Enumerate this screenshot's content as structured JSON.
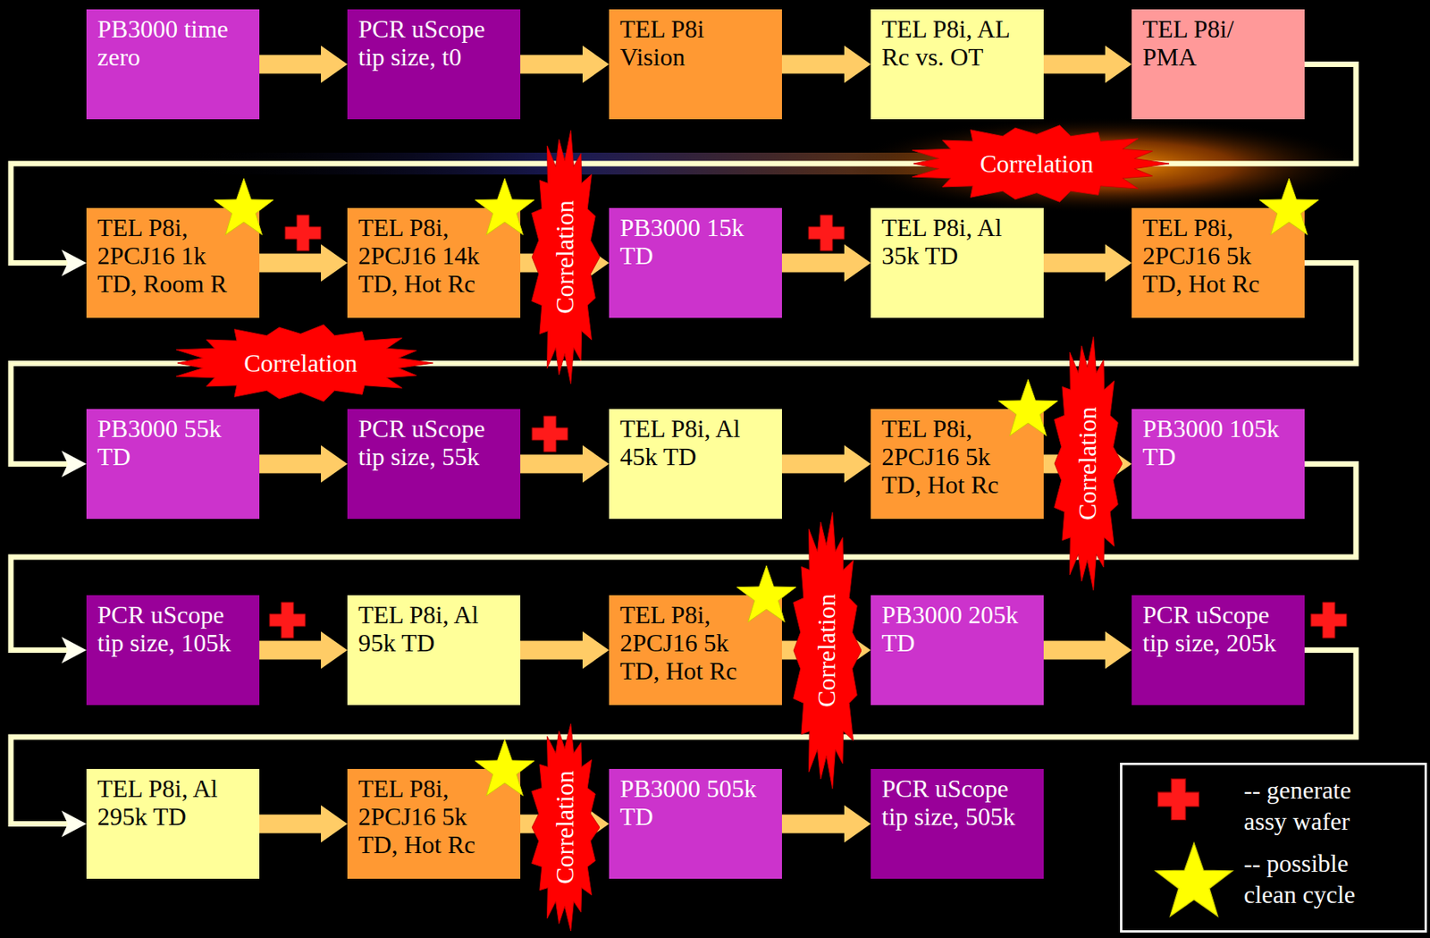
{
  "diagram": {
    "nodes": [
      {
        "text": [
          "PB3000 time zero"
        ]
      },
      {
        "text": [
          "PCR uScope tip size, t0"
        ]
      },
      {
        "text": [
          "TEL P8i Vision"
        ]
      },
      {
        "text": [
          "TEL P8i, AL Rc vs. OT"
        ]
      },
      {
        "text": [
          "TEL P8i/ PMA"
        ]
      },
      {
        "text": [
          "TEL P8i, 2PCJ16 1k TD, Room R"
        ]
      },
      {
        "text": [
          "TEL P8i, 2PCJ16 14k TD, Hot Rc"
        ]
      },
      {
        "text": [
          "PB3000 15k TD"
        ]
      },
      {
        "text": [
          "TEL P8i, Al 35k TD"
        ]
      },
      {
        "text": [
          "TEL P8i, 2PCJ16 5k TD, Hot Rc"
        ]
      },
      {
        "text": [
          "PB3000 55k TD"
        ]
      },
      {
        "text": [
          "PCR uScope tip size, 55k"
        ]
      },
      {
        "text": [
          "TEL P8i, Al 45k TD"
        ]
      },
      {
        "text": [
          "TEL P8i, 2PCJ16 5k TD, Hot Rc"
        ]
      },
      {
        "text": [
          "PB3000 105k TD"
        ]
      },
      {
        "text": [
          "PCR uScope tip size, 105k"
        ]
      },
      {
        "text": [
          "TEL P8i, Al 95k TD"
        ]
      },
      {
        "text": [
          "TEL P8i, 2PCJ16 5k TD, Hot Rc"
        ]
      },
      {
        "text": [
          "PB3000 205k TD"
        ]
      },
      {
        "text": [
          "PCR uScope tip size, 205k"
        ]
      },
      {
        "text": [
          "TEL P8i, Al 295k TD"
        ]
      },
      {
        "text": [
          "TEL P8i, 2PCJ16 5k TD, Hot Rc"
        ]
      },
      {
        "text": [
          "PB3000 505k TD"
        ]
      },
      {
        "text": [
          "PCR uScope tip size, 505k"
        ]
      },
      {
        "text": [
          "Correlation"
        ]
      },
      {
        "text": [
          "Correlation"
        ]
      },
      {
        "text": [
          "Correlation"
        ]
      },
      {
        "text": [
          "Correlation"
        ]
      },
      {
        "text": [
          "Correlation"
        ]
      },
      {
        "text": [
          "Correlation"
        ]
      }
    ],
    "edges": [
      {
        "from": 0,
        "to": 1,
        "arrow": "to"
      },
      {
        "from": 1,
        "to": 2,
        "arrow": "to"
      },
      {
        "from": 2,
        "to": 3,
        "arrow": "to"
      },
      {
        "from": 3,
        "to": 4,
        "arrow": "to"
      },
      {
        "from": 4,
        "to": 5,
        "arrow": "to"
      },
      {
        "from": 5,
        "to": 6,
        "arrow": "to"
      },
      {
        "from": 6,
        "to": 7,
        "arrow": "to"
      },
      {
        "from": 7,
        "to": 8,
        "arrow": "to"
      },
      {
        "from": 8,
        "to": 9,
        "arrow": "to"
      },
      {
        "from": 9,
        "to": 10,
        "arrow": "to"
      },
      {
        "from": 10,
        "to": 11,
        "arrow": "to"
      },
      {
        "from": 11,
        "to": 12,
        "arrow": "to"
      },
      {
        "from": 12,
        "to": 13,
        "arrow": "to"
      },
      {
        "from": 13,
        "to": 14,
        "arrow": "to"
      },
      {
        "from": 14,
        "to": 15,
        "arrow": "to"
      },
      {
        "from": 15,
        "to": 16,
        "arrow": "to"
      },
      {
        "from": 16,
        "to": 17,
        "arrow": "to"
      },
      {
        "from": 17,
        "to": 18,
        "arrow": "to"
      },
      {
        "from": 18,
        "to": 19,
        "arrow": "to"
      },
      {
        "from": 19,
        "to": 20,
        "arrow": "to"
      },
      {
        "from": 20,
        "to": 21,
        "arrow": "to"
      },
      {
        "from": 21,
        "to": 22,
        "arrow": "to"
      },
      {
        "from": 22,
        "to": 23,
        "arrow": "to"
      }
    ],
    "legend": [
      {
        "text": "-- generate assy wafer"
      },
      {
        "text": "-- possible clean cycle"
      }
    ]
  }
}
